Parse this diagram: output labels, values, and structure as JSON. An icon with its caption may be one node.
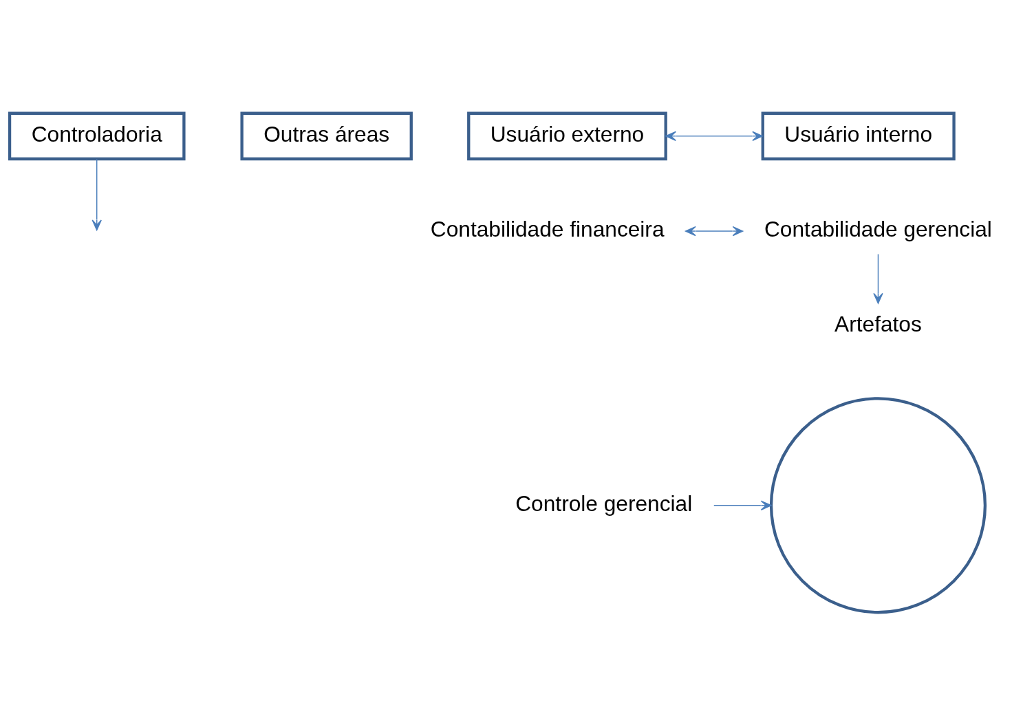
{
  "diagram": {
    "nodes": [
      {
        "text": [
          "Controladoria"
        ]
      },
      {
        "text": [
          "Outras áreas"
        ]
      },
      {
        "text": [
          "Usuário externo"
        ]
      },
      {
        "text": [
          "Usuário interno"
        ]
      },
      {
        "text": [
          "Contabilidade financeira"
        ]
      },
      {
        "text": [
          "Contabilidade gerencial"
        ]
      },
      {
        "text": [
          "Artefatos"
        ]
      },
      {
        "text": [
          "Controle gerencial"
        ]
      },
      {
        "text": [],
        "shape": "circle"
      }
    ],
    "edges": [
      {
        "from": 0,
        "to": null,
        "arrow": "to"
      },
      {
        "from": 2,
        "to": 3,
        "arrow": "both"
      },
      {
        "from": 4,
        "to": 5,
        "arrow": "both"
      },
      {
        "from": 5,
        "to": 6,
        "arrow": "to"
      },
      {
        "from": 7,
        "to": 8,
        "arrow": "to"
      }
    ]
  }
}
